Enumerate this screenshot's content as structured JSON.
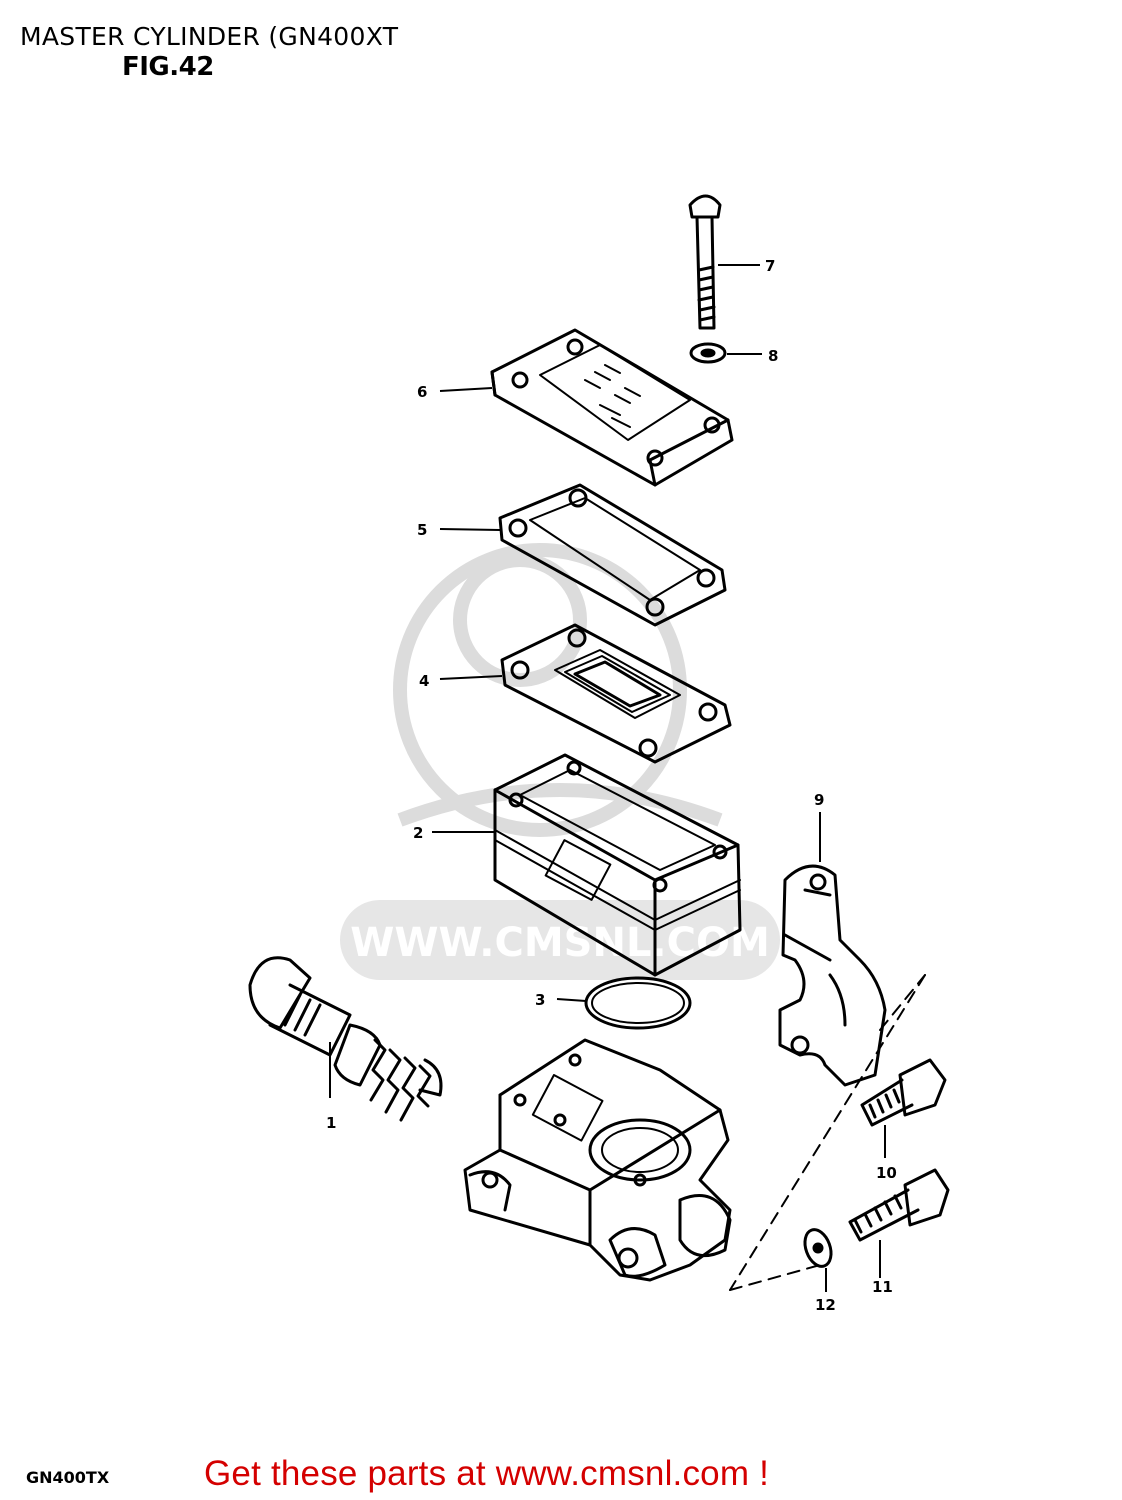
{
  "header": {
    "title": "MASTER CYLINDER (GN400XT",
    "figure": "FIG.42"
  },
  "watermark": "WWW.CMSNL.COM",
  "callouts": [
    "1",
    "2",
    "3",
    "4",
    "5",
    "6",
    "7",
    "8",
    "9",
    "10",
    "11",
    "12"
  ],
  "footer": {
    "model_code": "GN400TX",
    "promo_link": "Get these parts at www.cmsnl.com !"
  },
  "colors": {
    "promo": "#d40000",
    "watermark": "#d8d8d8"
  }
}
